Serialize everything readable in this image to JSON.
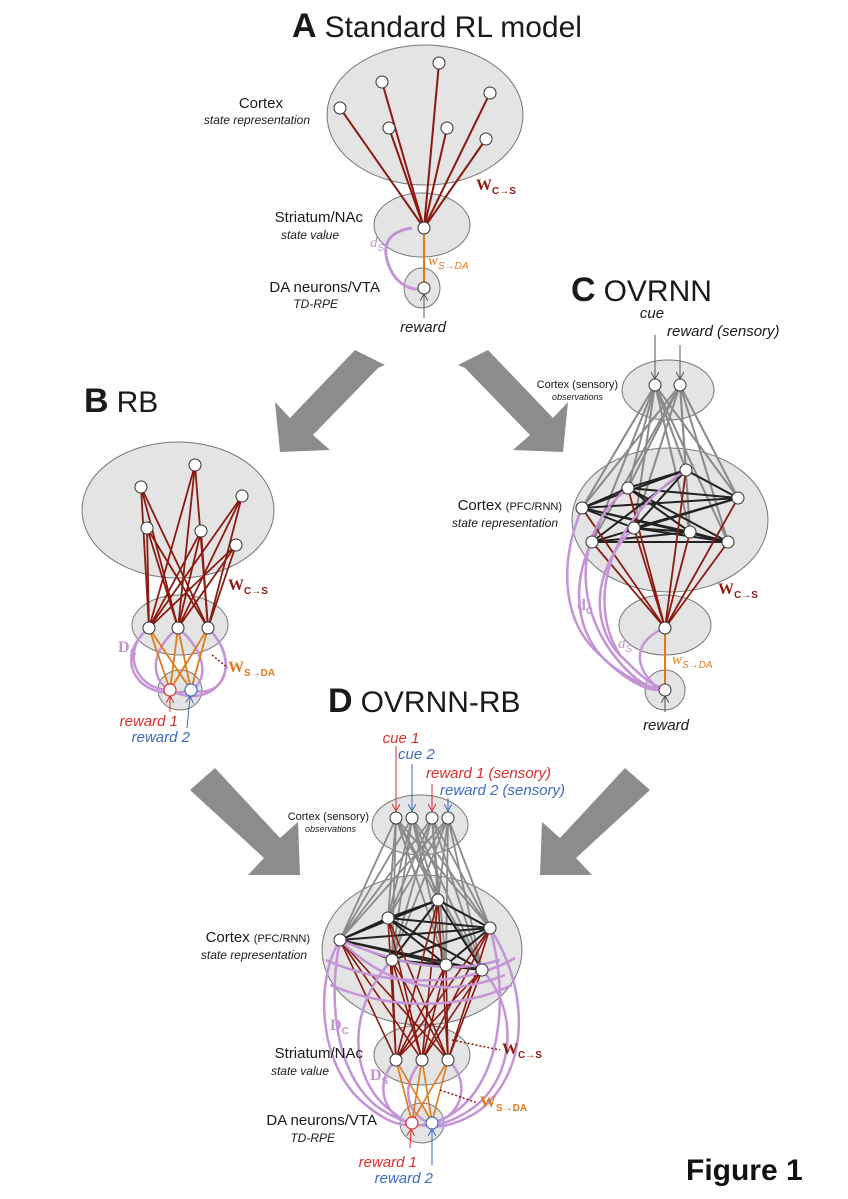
{
  "figure_label": "Figure 1",
  "panels": {
    "a": {
      "letter": "A",
      "title": "Standard RL model",
      "cortex": "Cortex",
      "cortex_sub": "state representation",
      "striatum": "Striatum/NAc",
      "striatum_sub": "state value",
      "da": "DA neurons/VTA",
      "da_sub": "TD-RPE",
      "reward": "reward",
      "w_cs": "W",
      "w_cs_sub": "C→S",
      "d_s": "d",
      "d_s_sub": "S",
      "w_sda": "w",
      "w_sda_sub": "S→DA"
    },
    "b": {
      "letter": "B",
      "title": "RB",
      "w_cs": "W",
      "w_cs_sub": "C→S",
      "d_s": "D",
      "d_s_sub": "S",
      "w_sda": "W",
      "w_sda_sub": "S→DA",
      "reward1": "reward 1",
      "reward2": "reward 2"
    },
    "c": {
      "letter": "C",
      "title": "OVRNN",
      "cue": "cue",
      "reward_sensory": "reward (sensory)",
      "cortex_sensory": "Cortex (sensory)",
      "observations": "observations",
      "cortex": "Cortex",
      "cortex_paren": "(PFC/RNN)",
      "cortex_sub": "state representation",
      "w_cs": "W",
      "w_cs_sub": "C→S",
      "d_c": "d",
      "d_c_sub": "C",
      "d_s": "d",
      "d_s_sub": "S",
      "w_sda": "w",
      "w_sda_sub": "S→DA",
      "reward": "reward"
    },
    "d": {
      "letter": "D",
      "title": "OVRNN-RB",
      "cue1": "cue 1",
      "cue2": "cue 2",
      "reward1_sensory": "reward 1 (sensory)",
      "reward2_sensory": "reward 2 (sensory)",
      "cortex_sensory": "Cortex (sensory)",
      "observations": "observations",
      "cortex": "Cortex",
      "cortex_paren": "(PFC/RNN)",
      "cortex_sub": "state representation",
      "d_c": "D",
      "d_c_sub": "C",
      "d_s": "D",
      "d_s_sub": "S",
      "striatum": "Striatum/NAc",
      "striatum_sub": "state value",
      "w_cs": "W",
      "w_cs_sub": "C→S",
      "w_sda": "W",
      "w_sda_sub": "S→DA",
      "da": "DA neurons/VTA",
      "da_sub": "TD-RPE",
      "reward1": "reward 1",
      "reward2": "reward 2"
    }
  },
  "colors": {
    "cortex_to_striatum": "#8b1a10",
    "da_projection": "#e07b1c",
    "recurrent_dendrites": "#c594d6",
    "rnn_strong": "#222222",
    "rnn_weak": "#8a8a8a",
    "reward1": "#d8302a",
    "reward2": "#3a6cc0",
    "arrows": "#8c8c8c",
    "region_fill": "#e4e4e4"
  }
}
